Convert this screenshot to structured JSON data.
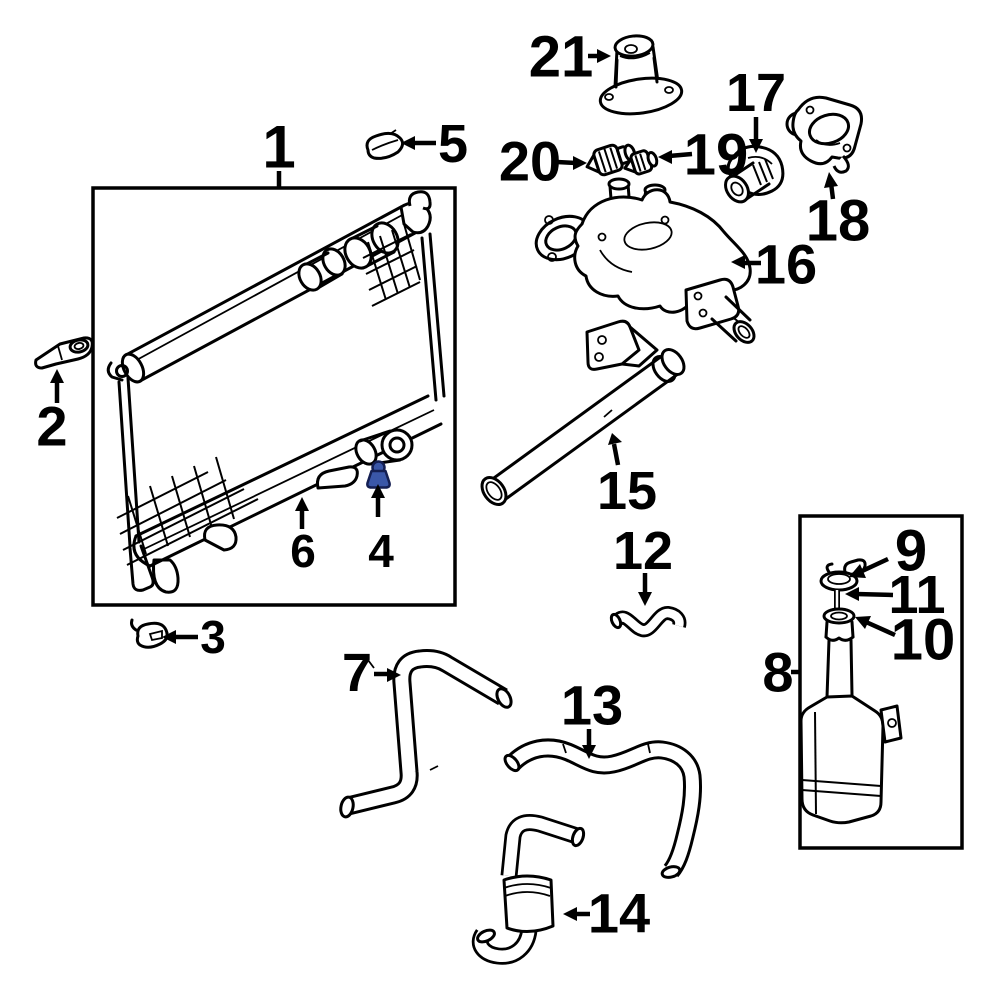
{
  "diagram": {
    "background": "#ffffff",
    "line_color": "#000000",
    "highlight": {
      "part": "4",
      "fill": "#3a57a8",
      "stroke": "#141f52"
    },
    "parts": [
      {
        "number": "1"
      },
      {
        "number": "2"
      },
      {
        "number": "3"
      },
      {
        "number": "4"
      },
      {
        "number": "5"
      },
      {
        "number": "6"
      },
      {
        "number": "7"
      },
      {
        "number": "8"
      },
      {
        "number": "9"
      },
      {
        "number": "10"
      },
      {
        "number": "11"
      },
      {
        "number": "12"
      },
      {
        "number": "13"
      },
      {
        "number": "14"
      },
      {
        "number": "15"
      },
      {
        "number": "16"
      },
      {
        "number": "17"
      },
      {
        "number": "18"
      },
      {
        "number": "19"
      },
      {
        "number": "20"
      },
      {
        "number": "21"
      }
    ]
  }
}
